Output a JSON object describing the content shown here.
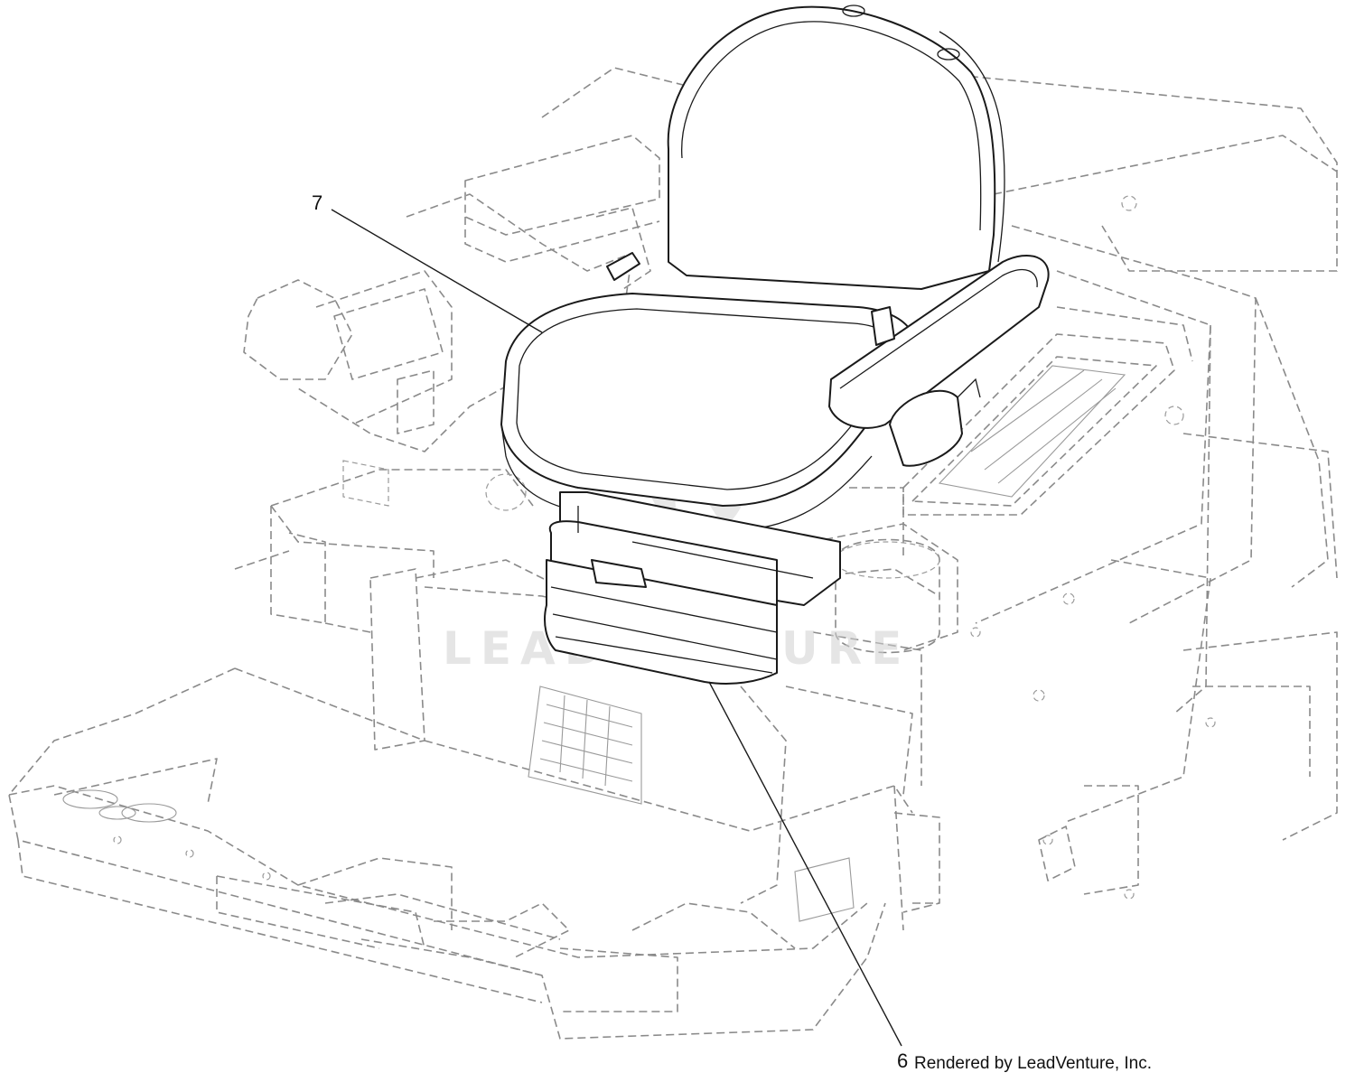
{
  "diagram": {
    "callouts": [
      {
        "id": "callout-7",
        "label": "7"
      },
      {
        "id": "callout-6",
        "label": "6"
      }
    ],
    "credit": "Rendered by LeadVenture, Inc.",
    "watermark": "LEADVENTURE"
  },
  "colors": {
    "line": "#1a1a1a",
    "ghost_line": "#8a8a8a",
    "watermark": "#cfcfcf"
  }
}
